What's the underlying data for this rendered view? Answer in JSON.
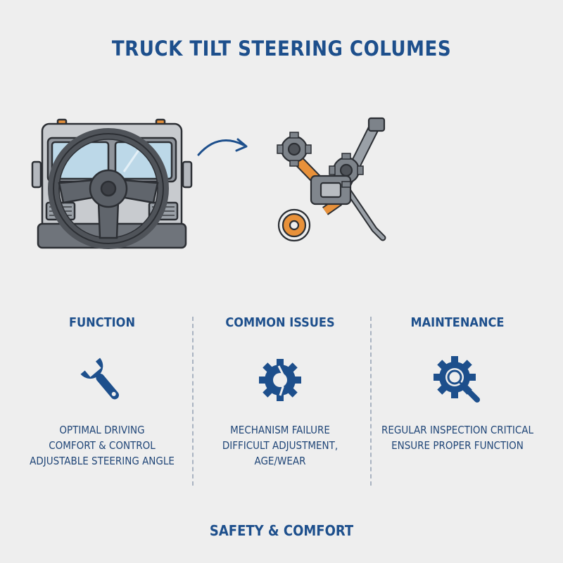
{
  "title": "TRUCK TILT STEERING COLUMES",
  "columns": [
    {
      "heading": "FUNCTION",
      "icon": "wrench-icon",
      "lines": [
        "OPTIMAL DRIVING",
        "COMFORT & CONTROL",
        "ADJUSTABLE STEERING ANGLE"
      ]
    },
    {
      "heading": "COMMON ISSUES",
      "icon": "broken-gear-icon",
      "lines": [
        "MECHANISM FAILURE",
        "DIFFICULT ADJUSTMENT,",
        "AGE/WEAR"
      ]
    },
    {
      "heading": "MAINTENANCE",
      "icon": "gear-magnifier-icon",
      "lines": [
        "REGULAR INSPECTION CRITICAL",
        "ENSURE PROPER FUNCTION"
      ]
    }
  ],
  "footer": "SAFETY & COMFORT",
  "colors": {
    "primary": "#1d4f8c",
    "accent_orange": "#e8913a",
    "metal_gray": "#8a8f96",
    "dark_gray": "#55595f",
    "glass_blue": "#bcd8e8"
  }
}
